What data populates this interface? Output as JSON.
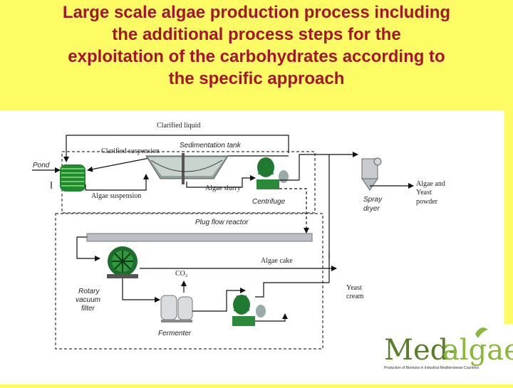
{
  "title": {
    "lines": [
      "Large scale algae production process including",
      "the additional process steps for the",
      "exploitation of the carbohydrates according to",
      "the specific approach"
    ]
  },
  "diagram": {
    "labels": {
      "clarified_liquid": "Clarified liquid",
      "clarified_suspension": "Clarified suspension",
      "sedimentation_tank": "Sedimentation tank",
      "pond": "Pond",
      "algae_suspension": "Algae suspension",
      "algae_slurry": "Algae slurry",
      "centrifuge": "Centrifuge",
      "spray_dryer_1": "Spray",
      "spray_dryer_2": "dryer",
      "algae_yeast_1": "Algae and",
      "algae_yeast_2": "Yeast",
      "algae_yeast_3": "powder",
      "plug_flow_reactor": "Plug flow reactor",
      "algae_cake": "Algae cake",
      "co2": "CO₂",
      "rotary_1": "Rotary",
      "rotary_2": "vacuum",
      "rotary_3": "filter",
      "fermenter": "Fermenter",
      "yeast_cream_1": "Yeast",
      "yeast_cream_2": "cream"
    }
  },
  "logo": {
    "text_med": "Med-",
    "text_algae": "algae",
    "tagline": "Production of Biomass in Industrial Mediterranean Countries",
    "colors": {
      "med": "#5a7d2a",
      "algae": "#8ab83a"
    }
  }
}
